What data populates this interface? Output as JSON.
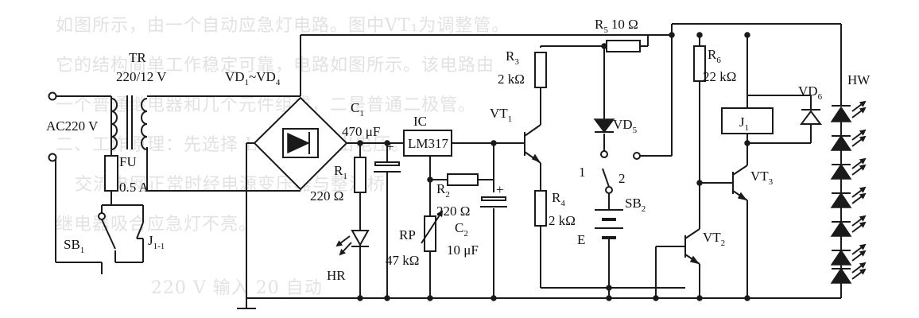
{
  "watermark_lines": [
    "如图所示，由一个自动应急灯电路。图中VT₁为调整管。",
    "它的结构简单工作稳定可靠，电路如图所示。该电路由",
    "一个普通继电器和几个元件组成，二是普通二极管。",
    "二、工作原理：先选择 LM317 输出电压。",
    "   交流电网正常时经电源变压器与整流桥",
    "继电器吸合应急灯不亮。",
    "               220 V 输入  20  自动"
  ],
  "labels": {
    "TR": "TR",
    "TR_rating": "220/12 V",
    "AC": "AC220 V",
    "FU": "FU",
    "FU_rating": "0.5 A",
    "SB1": {
      "main": "SB",
      "sub": "1"
    },
    "J11": {
      "main": "J",
      "sub": "1-1"
    },
    "bridge": {
      "a": "VD",
      "as": "1",
      "b": "~VD",
      "bs": "4"
    },
    "C1": {
      "main": "C",
      "sub": "1"
    },
    "C1_value": "470 μF",
    "R1": {
      "main": "R",
      "sub": "1"
    },
    "R1_value": "220 Ω",
    "HR": "HR",
    "IC": "IC",
    "IC_part": "LM317",
    "R2": {
      "main": "R",
      "sub": "2"
    },
    "R2_value": "220 Ω",
    "RP": "RP",
    "RP_value": "47 kΩ",
    "C2": {
      "main": "C",
      "sub": "2"
    },
    "C2_value": "10 μF",
    "R3": {
      "main": "R",
      "sub": "3"
    },
    "R3_value": "2 kΩ",
    "VT1": {
      "main": "VT",
      "sub": "1"
    },
    "R4": {
      "main": "R",
      "sub": "4"
    },
    "R4_value": "2 kΩ",
    "R5": {
      "main": "R",
      "sub": "5"
    },
    "R5_value": "10 Ω",
    "VD5": {
      "main": "VD",
      "sub": "5"
    },
    "SB2": {
      "main": "SB",
      "sub": "2"
    },
    "SB2_pos1": "1",
    "SB2_pos2": "2",
    "E": "E",
    "R6": {
      "main": "R",
      "sub": "6"
    },
    "R6_value": "22 kΩ",
    "VD6": {
      "main": "VD",
      "sub": "6"
    },
    "J1": {
      "main": "J",
      "sub": "1"
    },
    "VT3": {
      "main": "VT",
      "sub": "3"
    },
    "VT2": {
      "main": "VT",
      "sub": "2"
    },
    "HW": "HW",
    "plus": "+"
  }
}
